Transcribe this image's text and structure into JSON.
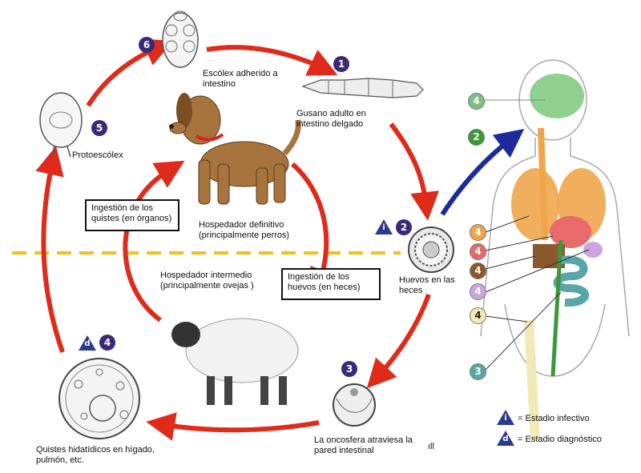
{
  "stages": {
    "s1": {
      "num": "1",
      "label": "Gusano adulto  en intestino delgado"
    },
    "s2": {
      "num": "2",
      "label": "Huevos en las heces"
    },
    "s3": {
      "num": "3",
      "label": "La oncosfera atraviesa la pared intestinal"
    },
    "s4": {
      "num": "4",
      "label": "Quistes hidatídicos  en hígado, pulmón,  etc."
    },
    "s5": {
      "num": "5",
      "label": "Protoescólex"
    },
    "s6": {
      "num": "6",
      "label": "Escólex adherido a intestino"
    }
  },
  "hosts": {
    "definitive": "Hospedador definitivo (principalmente perros)",
    "intermediate": "Hospedador intermedio (principalmente ovejas )"
  },
  "boxes": {
    "cysts": "Ingestión de los quistes  (en órganos)",
    "eggs": "Ingestión de los huevos (en heces)"
  },
  "human": {
    "route_num": "2",
    "organ_labels": [
      {
        "num": "4",
        "color": "#7fbf7f",
        "organ": "brain"
      },
      {
        "num": "4",
        "color": "#f0a54a",
        "organ": "lungs"
      },
      {
        "num": "4",
        "color": "#e86a6a",
        "organ": "liver"
      },
      {
        "num": "4",
        "color": "#8a5a2c",
        "organ": "spleen"
      },
      {
        "num": "4",
        "color": "#c9a6e0",
        "organ": "kidney"
      },
      {
        "num": "4",
        "color": "#f3e9b8",
        "organ": "bone"
      },
      {
        "num": "3",
        "color": "#5aa6a6",
        "organ": "intestine"
      }
    ]
  },
  "legend": {
    "infective_symbol": "i",
    "infective": "=    Estadio infectivo",
    "diagnostic_symbol": "d",
    "diagnostic": "=    Estadio diagnóstico"
  },
  "marks": {
    "i": "i",
    "d": "d",
    "stray": "ıll"
  },
  "colors": {
    "arrow": "#e02a1a",
    "human_arrow": "#1b2c9a",
    "dash": "#f2c21a",
    "badge": "#3b2a7a",
    "triangle": "#2a3b8f"
  }
}
